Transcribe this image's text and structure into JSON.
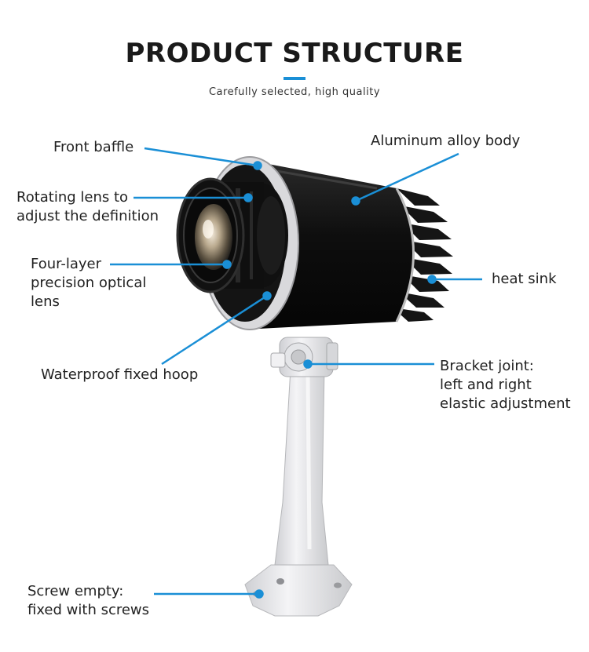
{
  "header": {
    "title": "PRODUCT STRUCTURE",
    "subtitle": "Carefully selected, high quality"
  },
  "colors": {
    "accent": "#1a8fd6",
    "body": "#0d0d0d",
    "bracket": "#e9e9ec"
  },
  "callouts": {
    "front_baffle": "Front baffle",
    "aluminum_body": "Aluminum alloy body",
    "rotating_lens": [
      "Rotating lens to",
      "adjust the definition"
    ],
    "optical_lens": [
      "Four-layer",
      "precision optical",
      "lens"
    ],
    "heat_sink": "heat sink",
    "waterproof_hoop": "Waterproof fixed hoop",
    "bracket_joint": [
      "Bracket joint:",
      "left and right",
      "elastic adjustment"
    ],
    "screw": [
      "Screw empty:",
      "fixed with screws"
    ]
  }
}
